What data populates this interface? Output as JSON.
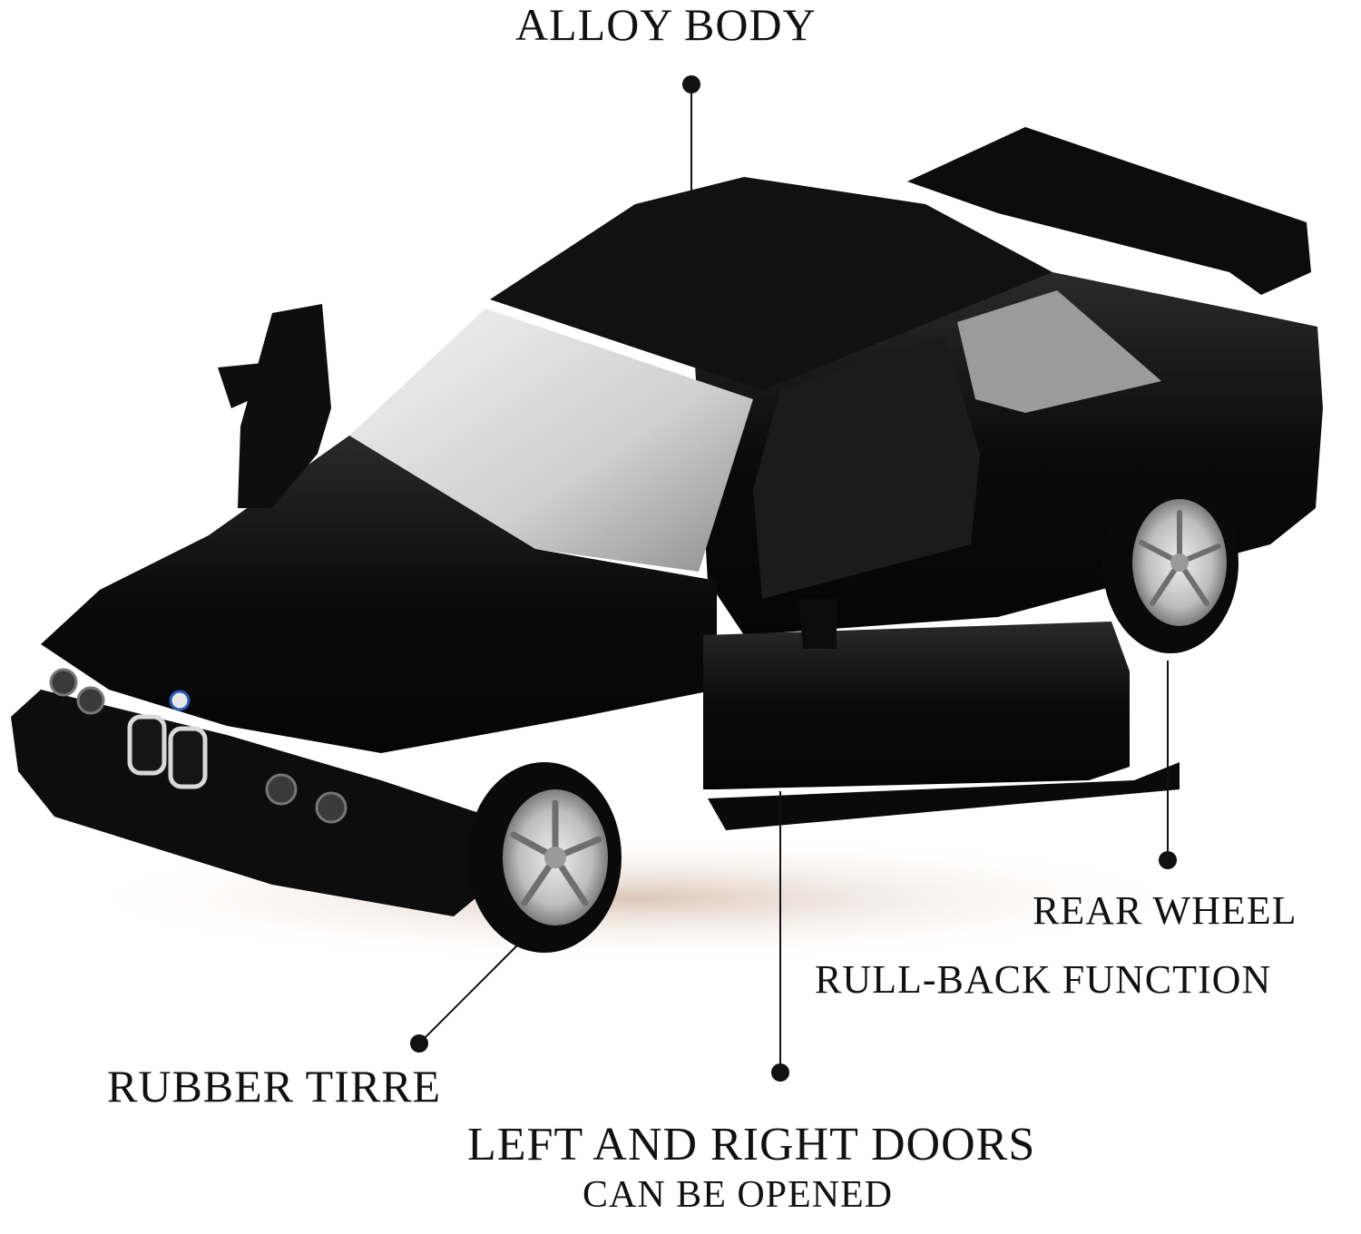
{
  "callouts": {
    "alloy_body": "ALLOY BODY",
    "rear_wheel_line1": "REAR WHEEL",
    "rear_wheel_line2": "RULL-BACK FUNCTION",
    "rubber_tire": "RUBBER TIRRE",
    "doors_line1": "LEFT AND RIGHT DOORS",
    "doors_line2": "CAN BE OPENED"
  },
  "product": {
    "subject": "black die-cast coupe model car with open doors",
    "body_color": "#0a0a0a",
    "rim_color": "#c9c9c9",
    "background_color": "#ffffff",
    "callout_marker": "dot-and-line"
  }
}
